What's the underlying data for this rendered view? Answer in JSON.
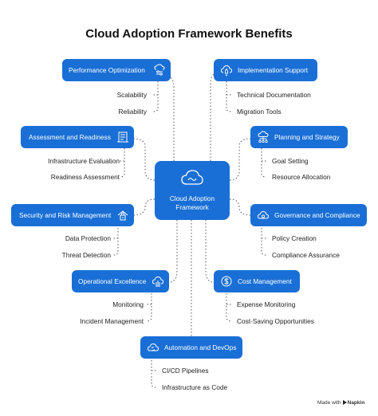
{
  "title": "Cloud Adoption Framework Benefits",
  "center": {
    "line1": "Cloud Adoption",
    "line2": "Framework"
  },
  "nodes": {
    "performance": {
      "label": "Performance Optimization",
      "icon": "cloud-sliders-icon",
      "items": [
        "Scalability",
        "Reliability"
      ]
    },
    "implementation": {
      "label": "Implementation Support",
      "icon": "cloud-rocket-icon",
      "items": [
        "Technical Documentation",
        "Migration Tools"
      ]
    },
    "assessment": {
      "label": "Assessment and Readiness",
      "icon": "building-checklist-icon",
      "items": [
        "Infrastructure Evaluation",
        "Readiness Assessment"
      ]
    },
    "planning": {
      "label": "Planning and Strategy",
      "icon": "cloud-network-icon",
      "items": [
        "Goal Setting",
        "Resource Allocation"
      ]
    },
    "security": {
      "label": "Security and Risk Management",
      "icon": "lock-icon",
      "items": [
        "Data Protection",
        "Threat Detection"
      ]
    },
    "governance": {
      "label": "Governance and Compliance",
      "icon": "cloud-gear-icon",
      "items": [
        "Policy Creation",
        "Compliance Assurance"
      ]
    },
    "operational": {
      "label": "Operational Excellence",
      "icon": "cloud-up-icon",
      "items": [
        "Monitoring",
        "Incident Management"
      ]
    },
    "cost": {
      "label": "Cost Management",
      "icon": "dollar-cloud-icon",
      "items": [
        "Expense Monitoring",
        "Cost-Saving Opportunities"
      ]
    },
    "automation": {
      "label": "Automation and DevOps",
      "icon": "cloud-sync-icon",
      "items": [
        "CI/CD Pipelines",
        "Infrastructure as Code"
      ]
    }
  },
  "badge": {
    "prefix": "Made with",
    "brand": "Napkin"
  },
  "colors": {
    "node": "#1a6fd6",
    "connector": "#555555",
    "text": "#222222"
  }
}
